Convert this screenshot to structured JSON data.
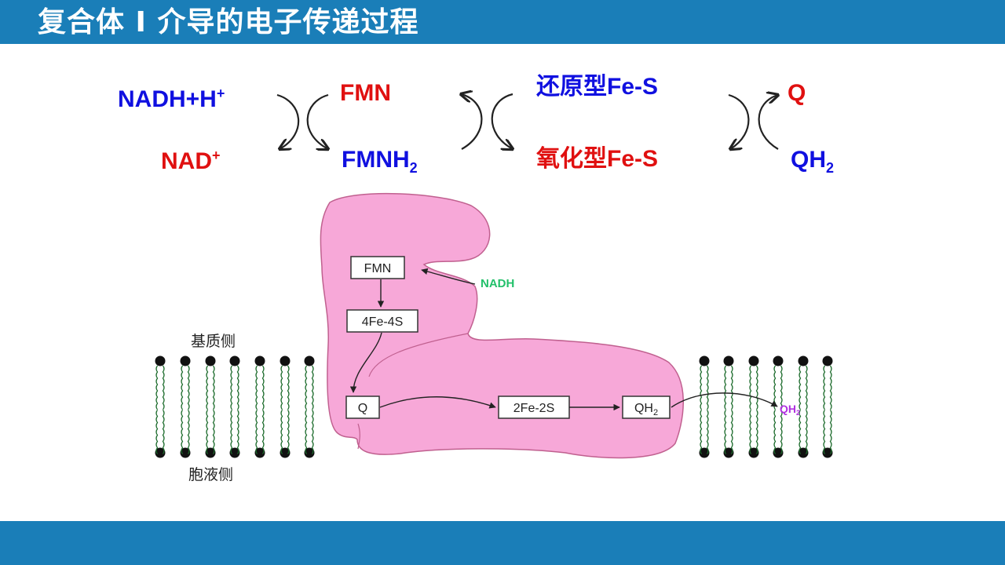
{
  "title": "复合体 I 介导的电子传递过程",
  "reactions": {
    "nadh": "NADH+H",
    "nadh_sup": "+",
    "nad": "NAD",
    "nad_sup": "+",
    "fmn": "FMN",
    "fmnh": "FMNH",
    "fmnh_sub": "2",
    "fes_reduced": "还原型Fe-S",
    "fes_oxidized": "氧化型Fe-S",
    "q": "Q",
    "qh": "QH",
    "qh_sub": "2"
  },
  "diagram": {
    "fmn_box": "FMN",
    "fe4s4_box": "4Fe-4S",
    "q_box": "Q",
    "fe2s2_box": "2Fe-2S",
    "qh2_box": "QH",
    "qh2_box_sub": "2",
    "nadh_label": "NADH",
    "qh2_out": "QH",
    "qh2_out_sub": "2",
    "matrix_side": "基质侧",
    "cytosol_side": "胞液侧"
  },
  "colors": {
    "header_bar": "#1a7eb8",
    "reduced_blue": "#1010e0",
    "oxidized_red": "#e01010",
    "protein_pink": "#f7a8d8",
    "nadh_green": "#22c06a",
    "qh2_purple": "#b030e0"
  }
}
